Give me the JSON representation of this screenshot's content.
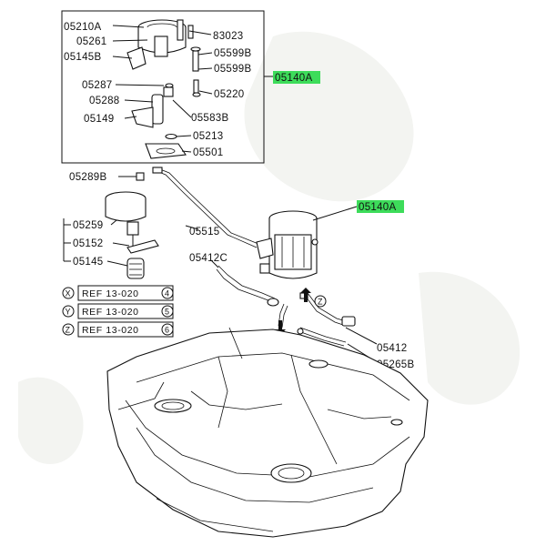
{
  "callouts": {
    "c05210A": "05210A",
    "c05261": "05261",
    "c05145B": "05145B",
    "c05287": "05287",
    "c05288": "05288",
    "c05149": "05149",
    "c83023": "83023",
    "c05599B_1": "05599B",
    "c05599B_2": "05599B",
    "c05220": "05220",
    "c05583B": "05583B",
    "c05213": "05213",
    "c05501": "05501",
    "c05140A_1": "05140A",
    "c05140A_2": "05140A",
    "c05289B": "05289B",
    "c05259": "05259",
    "c05152": "05152",
    "c05145": "05145",
    "c05515": "05515",
    "c05412C": "05412C",
    "c05412": "05412",
    "c05265B": "05265B"
  },
  "references": [
    {
      "marker": "X",
      "text": "REF 13-020",
      "num": "4"
    },
    {
      "marker": "Y",
      "text": "REF 13-020",
      "num": "5"
    },
    {
      "marker": "Z",
      "text": "REF 13-020",
      "num": "6"
    }
  ],
  "markers": {
    "y": "Y",
    "z": "Z"
  },
  "colors": {
    "highlight": "#3ddc5a",
    "ink": "#111111"
  }
}
